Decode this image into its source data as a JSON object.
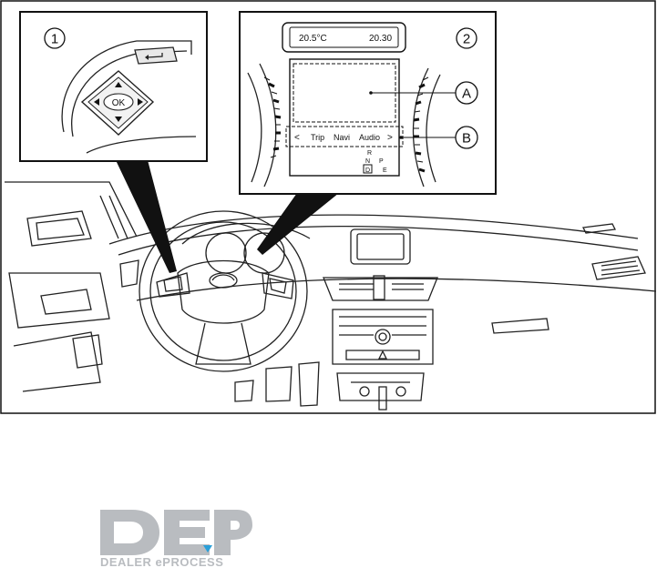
{
  "panel1": {
    "number": "1",
    "ok_label": "OK"
  },
  "panel2": {
    "number": "2",
    "temperature": "20.5°C",
    "clock": "20.30",
    "menu": {
      "left_arrow": "<",
      "items": [
        "Trip",
        "Navi",
        "Audio"
      ],
      "right_arrow": ">"
    },
    "gear": {
      "r": "R",
      "n": "N",
      "p": "P",
      "d": "D",
      "e": "E"
    },
    "callouts": [
      "A",
      "B"
    ]
  },
  "logo": {
    "text": "DEP",
    "subtext": "DEALER ePROCESS",
    "colors": {
      "main": "#b9bcc0",
      "accent": "#2a9fd8"
    }
  }
}
